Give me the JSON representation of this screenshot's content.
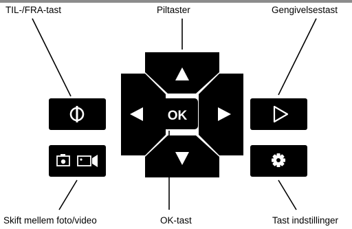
{
  "labels": {
    "power_key": "TIL-/FRA-tast",
    "arrow_keys": "Piltaster",
    "playback_key": "Gengivelsestast",
    "photo_video_switch": "Skift mellem foto/video",
    "ok_key": "OK-tast",
    "settings_key": "Tast indstillinger"
  },
  "buttons": {
    "ok_label": "OK"
  },
  "icons": {
    "power": "power-icon",
    "camera": "camera-icon",
    "video": "video-camera-icon",
    "play": "play-outline-icon",
    "settings": "gear-icon",
    "arrow_up": "triangle-up-icon",
    "arrow_down": "triangle-down-icon",
    "arrow_left": "triangle-left-icon",
    "arrow_right": "triangle-right-icon"
  },
  "colors": {
    "key_fill": "#000000",
    "glyph": "#ffffff",
    "top_bar": "#8c8c8c"
  }
}
